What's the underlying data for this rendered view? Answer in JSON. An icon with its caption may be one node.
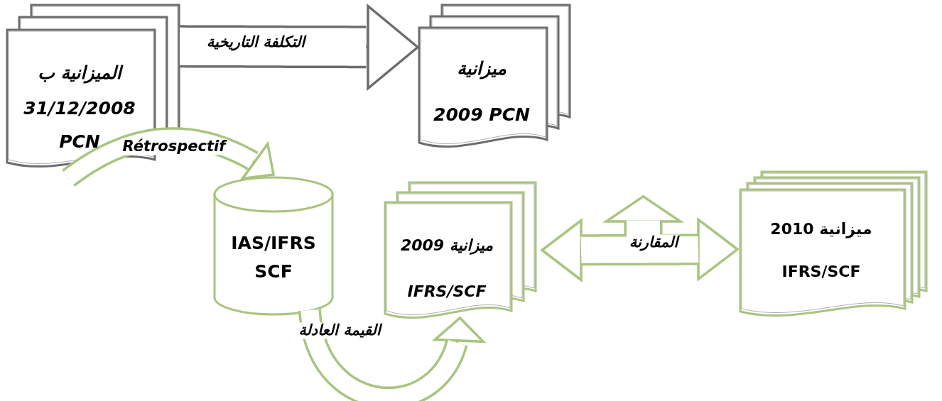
{
  "diagram": {
    "nodes": [
      {
        "text": [
          "الميزانية ب",
          "31/12/2008",
          "PCN"
        ]
      },
      {
        "text": [
          "ميزانية",
          "2009 PCN"
        ]
      },
      {
        "text": [
          "IAS/IFRS SCF"
        ]
      },
      {
        "text": [
          "ميزانية 2009",
          "IFRS/SCF"
        ]
      },
      {
        "text": [
          "ميزانية 2010",
          "IFRS/SCF"
        ]
      }
    ],
    "edges": [
      {
        "from": 0,
        "to": 1,
        "arrow": "to",
        "label": "التكلفة التاريخية",
        "color": "#6d6d6d"
      },
      {
        "from": 0,
        "to": 2,
        "arrow": "to",
        "label": "Rétrospectif"
      },
      {
        "from": 2,
        "to": 3,
        "arrow": "to",
        "label": "القيمة العادلة"
      },
      {
        "from": 3,
        "to": 4,
        "arrow": "both",
        "label": "المقارنة"
      }
    ]
  }
}
